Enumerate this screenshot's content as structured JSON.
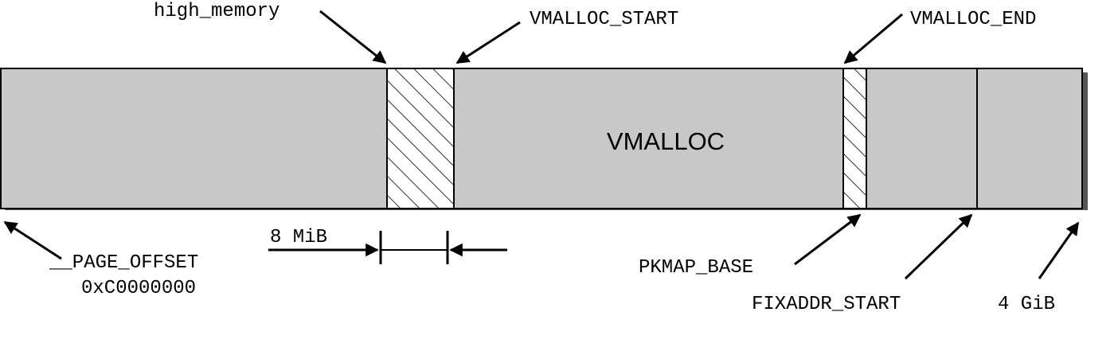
{
  "colors": {
    "background": "#ffffff",
    "memory_fill": "#c8c8c8",
    "outline": "#000000",
    "shadow": "#555555"
  },
  "regions": {
    "vmalloc": "VMALLOC"
  },
  "labels": {
    "high_memory": "high_memory",
    "vmalloc_start": "VMALLOC_START",
    "vmalloc_end": "VMALLOC_END",
    "page_offset": "__PAGE_OFFSET",
    "page_offset_addr": "0xC0000000",
    "gap_size": "8 MiB",
    "pkmap_base": "PKMAP_BASE",
    "fixaddr_start": "FIXADDR_START",
    "end_4gib": "4 GiB"
  },
  "icons": {
    "pointer": "arrow-icon",
    "hatch": "diagonal-hatch-pattern"
  }
}
